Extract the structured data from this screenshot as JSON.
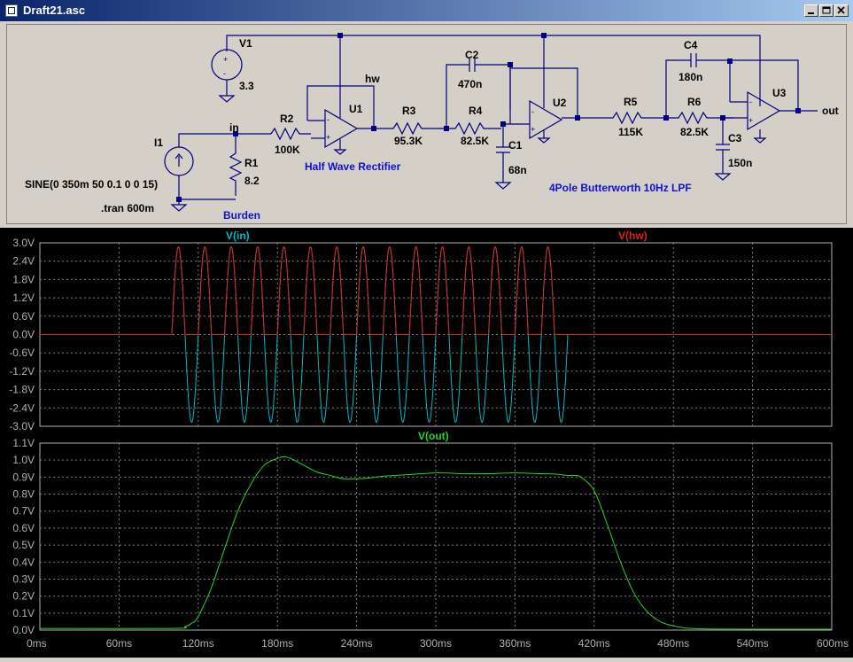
{
  "window": {
    "title": "Draft21.asc"
  },
  "schematic": {
    "components": {
      "V1": {
        "name": "V1",
        "value": "3.3"
      },
      "I1": {
        "name": "I1",
        "value": "SINE(0 350m 50 0.1 0 0 15)"
      },
      "R1": {
        "name": "R1",
        "value": "8.2"
      },
      "R2": {
        "name": "R2",
        "value": "100K"
      },
      "R3": {
        "name": "R3",
        "value": "95.3K"
      },
      "R4": {
        "name": "R4",
        "value": "82.5K"
      },
      "R5": {
        "name": "R5",
        "value": "115K"
      },
      "R6": {
        "name": "R6",
        "value": "82.5K"
      },
      "C1": {
        "name": "C1",
        "value": "68n"
      },
      "C2": {
        "name": "C2",
        "value": "470n"
      },
      "C3": {
        "name": "C3",
        "value": "150n"
      },
      "C4": {
        "name": "C4",
        "value": "180n"
      },
      "U1": {
        "name": "U1"
      },
      "U2": {
        "name": "U2"
      },
      "U3": {
        "name": "U3"
      }
    },
    "nets": {
      "in": "in",
      "hw": "hw",
      "out": "out"
    },
    "directive": ".tran 600m",
    "comments": {
      "burden": "Burden",
      "rectifier": "Half Wave Rectifier",
      "filter": "4Pole Butterworth 10Hz LPF"
    }
  },
  "colors": {
    "vin": "#00b8c8",
    "vhw": "#e02020",
    "vout": "#28d428",
    "schematic": "#000080",
    "comment": "#1010d0"
  },
  "chart_data": [
    {
      "type": "line",
      "ylim": [
        -3.0,
        3.0
      ],
      "xlim": [
        0,
        600
      ],
      "yticks": [
        "3.0V",
        "2.4V",
        "1.8V",
        "1.2V",
        "0.6V",
        "0.0V",
        "-0.6V",
        "-1.2V",
        "-1.8V",
        "-2.4V",
        "-3.0V"
      ],
      "grid": true,
      "series": [
        {
          "name": "V(in)",
          "waveform": "sine",
          "amplitude": 2.87,
          "frequency_hz": 50,
          "start_ms": 100,
          "cycles": 15
        },
        {
          "name": "V(hw)",
          "waveform": "half-wave-rectified sine",
          "amplitude": 2.87,
          "frequency_hz": 50,
          "start_ms": 100,
          "cycles": 15
        }
      ]
    },
    {
      "type": "line",
      "ylim": [
        0.0,
        1.1
      ],
      "xlim": [
        0,
        600
      ],
      "yticks": [
        "1.1V",
        "1.0V",
        "0.9V",
        "0.8V",
        "0.7V",
        "0.6V",
        "0.5V",
        "0.4V",
        "0.3V",
        "0.2V",
        "0.1V",
        "0.0V"
      ],
      "xticks": [
        "0ms",
        "60ms",
        "120ms",
        "180ms",
        "240ms",
        "300ms",
        "360ms",
        "420ms",
        "480ms",
        "540ms",
        "600ms"
      ],
      "grid": true,
      "series": [
        {
          "name": "V(out)",
          "x": [
            0,
            100,
            110,
            115,
            120,
            130,
            140,
            150,
            160,
            170,
            180,
            185,
            190,
            200,
            210,
            220,
            230,
            240,
            250,
            260,
            280,
            300,
            320,
            340,
            360,
            380,
            390,
            400,
            405,
            410,
            420,
            430,
            440,
            450,
            460,
            470,
            480,
            490,
            500,
            510,
            520,
            540,
            600
          ],
          "y": [
            0.01,
            0.01,
            0.02,
            0.04,
            0.08,
            0.25,
            0.48,
            0.7,
            0.86,
            0.97,
            1.01,
            1.02,
            1.01,
            0.97,
            0.93,
            0.91,
            0.89,
            0.89,
            0.895,
            0.905,
            0.915,
            0.925,
            0.92,
            0.92,
            0.925,
            0.92,
            0.918,
            0.91,
            0.91,
            0.9,
            0.82,
            0.62,
            0.4,
            0.22,
            0.11,
            0.05,
            0.025,
            0.012,
            0.008,
            0.006,
            0.006,
            0.005,
            0.005
          ]
        }
      ]
    }
  ]
}
